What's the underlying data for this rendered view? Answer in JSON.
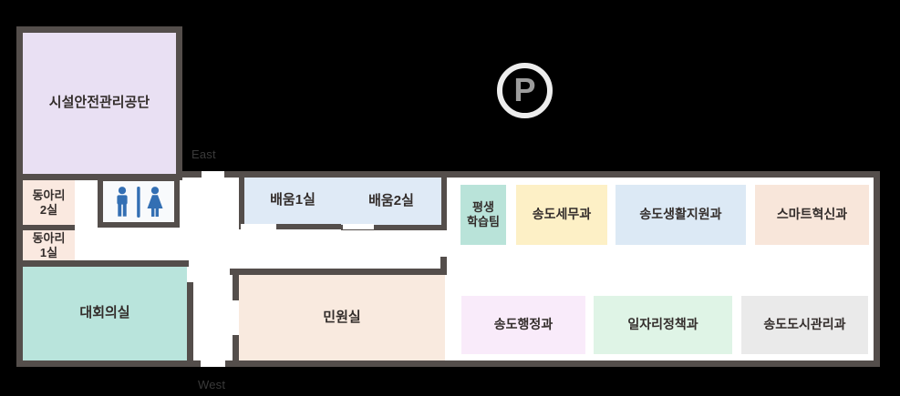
{
  "palette": {
    "background": "#000000",
    "interior": "#ffffff",
    "wall": "#544e4b",
    "room_text": "#332d2b",
    "compass_text": "#3a3a3a",
    "parking_ring": "#ededed",
    "parking_letter": "#9c9c9c",
    "restroom_icon": "#336fb3"
  },
  "compass": {
    "east_label": "East",
    "west_label": "West"
  },
  "parking": {
    "label": "P"
  },
  "rooms": {
    "facility": {
      "label": "시설안전관리공단",
      "color": "#e9e0f3"
    },
    "club2": {
      "label": "동아리\n2실",
      "color": "#fae9e0"
    },
    "club1": {
      "label": "동아리\n1실",
      "color": "#fae9e0"
    },
    "restroom": {
      "label": "",
      "color": "#f8fafc"
    },
    "baeum1": {
      "label": "배움1실",
      "color": "#dfeaf6"
    },
    "baeum2": {
      "label": "배움2실",
      "color": "#dfeaf6"
    },
    "daehoe": {
      "label": "대회의실",
      "color": "#b9e4dc"
    },
    "minwon": {
      "label": "민원실",
      "color": "#f9eadf"
    },
    "pyeongsaeng": {
      "label": "평생\n학습팀",
      "color": "#b9e3d9"
    },
    "semu": {
      "label": "송도세무과",
      "color": "#fdf0c6"
    },
    "saenghwal": {
      "label": "송도생활지원과",
      "color": "#dce9f5"
    },
    "smart": {
      "label": "스마트혁신과",
      "color": "#f8e6da"
    },
    "haengjeong": {
      "label": "송도행정과",
      "color": "#f9ebfa"
    },
    "iljari": {
      "label": "일자리정책과",
      "color": "#dff4e6"
    },
    "dosi": {
      "label": "송도도시관리과",
      "color": "#eaeaea"
    }
  }
}
